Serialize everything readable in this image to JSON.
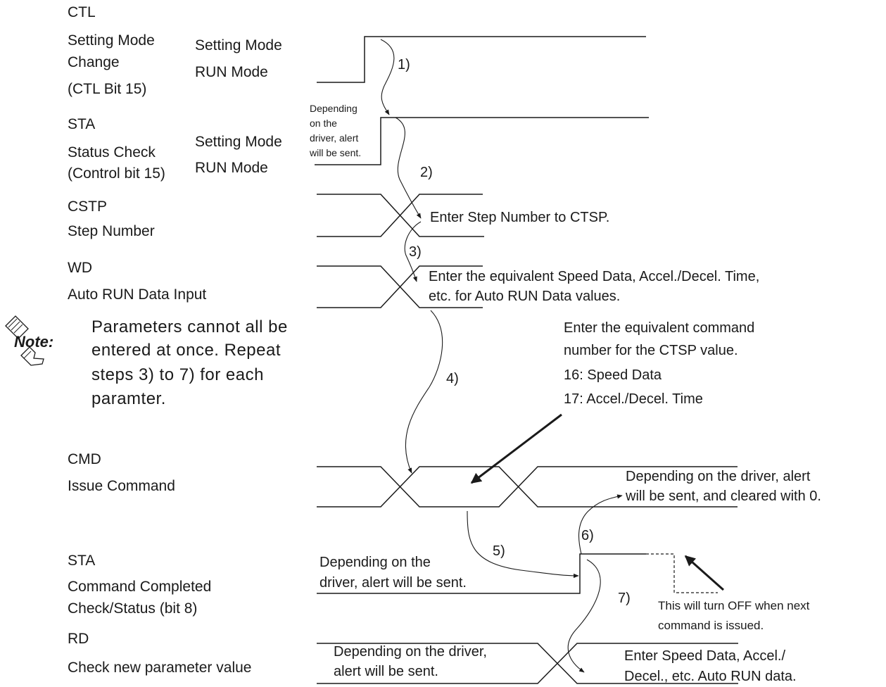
{
  "signals": {
    "ctl": {
      "code": "CTL",
      "desc1": "Setting Mode",
      "desc2": "Change",
      "desc3": "(CTL Bit 15)",
      "high": "Setting Mode",
      "low": "RUN Mode"
    },
    "sta1": {
      "code": "STA",
      "desc1": "Status Check",
      "desc2": "(Control bit 15)",
      "high": "Setting Mode",
      "low": "RUN Mode"
    },
    "cstp": {
      "code": "CSTP",
      "desc1": "Step Number"
    },
    "wd": {
      "code": "WD",
      "desc1": "Auto RUN Data Input"
    },
    "cmd": {
      "code": "CMD",
      "desc1": "Issue  Command"
    },
    "sta2": {
      "code": "STA",
      "desc1": "Command Completed",
      "desc2": "Check/Status  (bit 8)"
    },
    "rd": {
      "code": "RD",
      "desc1": "Check new parameter value"
    }
  },
  "note": {
    "icon_label": "Note:",
    "lines": [
      "Parameters cannot all be",
      "entered at once. Repeat",
      "steps 3) to 7) for each",
      "paramter."
    ]
  },
  "steps": [
    "1)",
    "2)",
    "3)",
    "4)",
    "5)",
    "6)",
    "7)"
  ],
  "annotations": {
    "sta_alert": [
      "Depending",
      "on the",
      "driver, alert",
      "will be sent."
    ],
    "enter_step": "Enter Step Number to CTSP.",
    "enter_speed": [
      "Enter the equivalent Speed Data, Accel./Decel. Time,",
      "etc. for Auto RUN Data values."
    ],
    "cmd_number": [
      "Enter the equivalent  command",
      "number for the CTSP value.",
      "16: Speed Data",
      "17: Accel./Decel. Time"
    ],
    "cmd_alert": [
      "Depending on the driver, alert",
      "will be sent, and cleared with 0."
    ],
    "completed_alert": [
      "Depending on the",
      "driver, alert will be sent."
    ],
    "turn_off": [
      "This will turn OFF when next",
      "command is issued."
    ],
    "rd_alert": [
      "Depending on the driver,",
      "alert will be sent."
    ],
    "rd_enter": [
      "Enter Speed Data, Accel./",
      "Decel., etc. Auto RUN data."
    ]
  }
}
